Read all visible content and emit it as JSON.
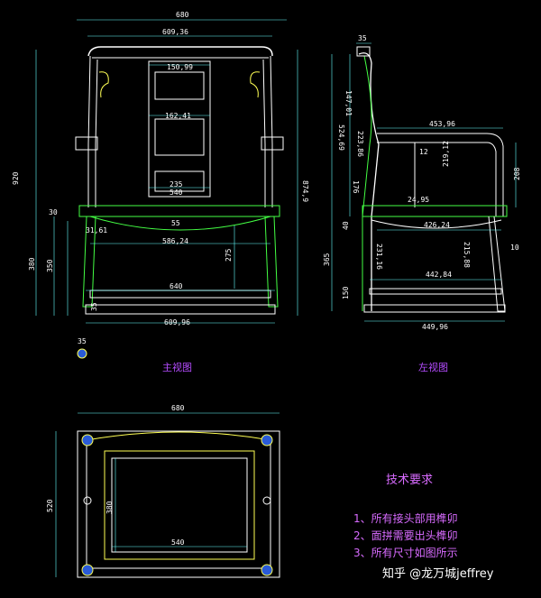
{
  "views": {
    "front_label": "主视图",
    "left_label": "左视图"
  },
  "front_dims": {
    "total_width": "680",
    "top_width": "609,36",
    "crest": "150,99",
    "splat": "162,41",
    "height": "920",
    "side_height": "874,9",
    "b235": "235",
    "b540": "540",
    "seat_thick": "30",
    "seat_apron": "55",
    "d31": "31,61",
    "d586": "586,24",
    "d275": "275",
    "d380": "380",
    "d350": "350",
    "d640": "640",
    "d35": "35",
    "bottom_width": "609,96",
    "foot": "35"
  },
  "side_dims": {
    "top": "35",
    "d147": "147,01",
    "d524": "524,69",
    "d223": "223,86",
    "d176": "176",
    "arm": "453,96",
    "d12": "12",
    "d219": "219,12",
    "d24": "24,95",
    "d208": "208",
    "d40": "40",
    "d426": "426,24",
    "d231": "231,16",
    "d215": "215,88",
    "d10": "10",
    "d365": "365",
    "d442": "442,84",
    "d150": "150",
    "bottom": "449,96"
  },
  "plan_dims": {
    "width": "680",
    "depth": "520",
    "inner_depth": "380",
    "inner_width": "540"
  },
  "requirements": {
    "title": "技术要求",
    "items": [
      "1、所有接头部用榫卯",
      "2、面拼需要出头榫卯",
      "3、所有尺寸如图所示"
    ]
  },
  "watermark": "知乎 @龙万城jeffrey",
  "colors": {
    "background": "#000000",
    "outline": "#ffffff",
    "accent_green": "#44ff44",
    "accent_yellow": "#ffff55",
    "label_purple": "#b54cff",
    "dim_cyan": "#66ffff"
  }
}
